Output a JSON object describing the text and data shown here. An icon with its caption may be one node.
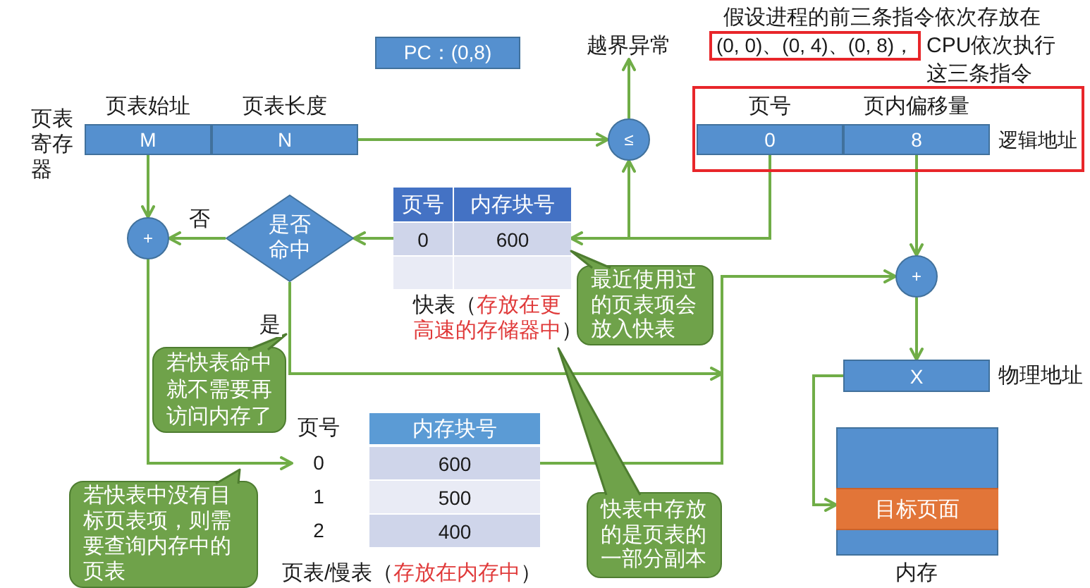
{
  "diagram": {
    "nodes": [
      {
        "text": [
          "PC：(0,8)"
        ]
      },
      {
        "text": [
          "越界异常"
        ]
      },
      {
        "text": [
          "(0, 0)、(0, 4)、(0, 8)，"
        ]
      },
      {
        "text": [
          "页表寄存器"
        ]
      },
      {
        "text": [
          "页表始址",
          "M"
        ],
        "in": 3
      },
      {
        "text": [
          "页表长度",
          "N"
        ],
        "in": 3
      },
      {
        "text": [
          "≤"
        ]
      },
      {
        "text": [
          "逻辑地址"
        ]
      },
      {
        "text": [
          "页号",
          "0"
        ],
        "in": 7
      },
      {
        "text": [
          "页内偏移量",
          "8"
        ],
        "in": 7
      },
      {
        "text": [
          "+"
        ]
      },
      {
        "text": [
          "是否命中"
        ]
      },
      {
        "text": [
          "页号",
          "内存块号",
          "0",
          "600"
        ],
        "beside": [
          "快表",
          "（存放在更高速的存储器中）"
        ]
      },
      {
        "text": [
          "+"
        ]
      },
      {
        "text": [
          "最近使用过的页表项会放入快表"
        ]
      },
      {
        "text": [
          "若快表命中就不需要再访问内存了"
        ]
      },
      {
        "text": [
          "X"
        ],
        "beside": [
          "物理地址"
        ]
      },
      {
        "text": [
          "页号",
          "内存块号",
          "0",
          "600",
          "1",
          "500",
          "2",
          "400"
        ],
        "beside": [
          "页表/慢表",
          "（存放在内存中）"
        ]
      },
      {
        "text": [],
        "shape": "box",
        "beside": [
          "内存"
        ]
      },
      {
        "text": [
          "目标页面"
        ],
        "in": 18
      },
      {
        "text": [
          "若快表中没有目标页表项，则需要查询内存中的页表"
        ]
      },
      {
        "text": [
          "快表中存放的是页表的一部分副本"
        ]
      }
    ],
    "edges": [
      {
        "from": 5,
        "to": 6,
        "arrow": "to"
      },
      {
        "from": 6,
        "to": 1,
        "arrow": "to"
      },
      {
        "from": 8,
        "to": 6,
        "arrow": "to"
      },
      {
        "from": 8,
        "to": 12,
        "arrow": "to"
      },
      {
        "from": 4,
        "to": 10,
        "arrow": "to"
      },
      {
        "from": 12,
        "to": 11,
        "arrow": "to"
      },
      {
        "from": 11,
        "to": 10,
        "arrow": "to",
        "label": "否"
      },
      {
        "from": 11,
        "to": 13,
        "arrow": "to",
        "label": "是"
      },
      {
        "from": 10,
        "to": 17,
        "arrow": "to"
      },
      {
        "from": 17,
        "to": 13,
        "arrow": "to"
      },
      {
        "from": 9,
        "to": 13,
        "arrow": "to"
      },
      {
        "from": 13,
        "to": 16,
        "arrow": "to"
      },
      {
        "from": 16,
        "to": 19,
        "arrow": "to"
      }
    ],
    "labels": [
      "假设进程的前三条指令依次存放在",
      "CPU依次执行这三条指令"
    ]
  }
}
